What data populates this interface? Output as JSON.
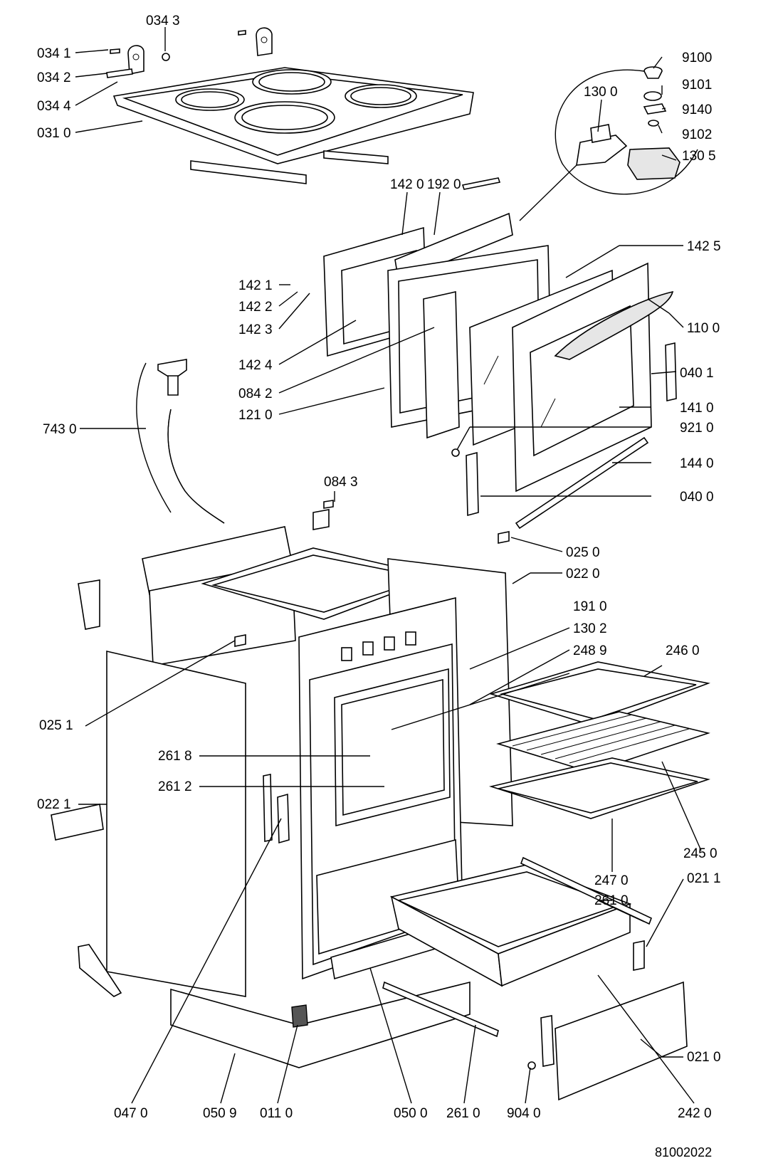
{
  "drawing_number": "81002022",
  "callouts": {
    "c0343": "034 3",
    "c0341": "034 1",
    "c0342": "034 2",
    "c0344": "034 4",
    "c0310": "031 0",
    "c9100": "9100",
    "c9101": "9101",
    "c9140": "9140",
    "c9102": "9102",
    "c1300": "130 0",
    "c1305": "130 5",
    "c1420": "142 0",
    "c1920": "192 0",
    "c1425": "142 5",
    "c1421": "142 1",
    "c1422": "142 2",
    "c1423": "142 3",
    "c1424": "142 4",
    "c1100": "110 0",
    "c0401": "040 1",
    "c0842": "084 2",
    "c1210": "121 0",
    "c1410": "141 0",
    "c7430": "743 0",
    "c9210": "921 0",
    "c1440": "144 0",
    "c0843": "084 3",
    "c0400": "040 0",
    "c0250": "025 0",
    "c0220": "022 0",
    "c1910": "191 0",
    "c1302": "130 2",
    "c2489": "248 9",
    "c2460": "246 0",
    "c0251": "025 1",
    "c2618": "261 8",
    "c2612": "261 2",
    "c0221": "022 1",
    "c2450": "245 0",
    "c2470": "247 0",
    "c2610a": "261 0",
    "c0211": "021 1",
    "c0210": "021 0",
    "c0470": "047 0",
    "c0509": "050 9",
    "c0110": "011 0",
    "c0500": "050 0",
    "c2610b": "261 0",
    "c9040": "904 0",
    "c2420": "242 0"
  }
}
